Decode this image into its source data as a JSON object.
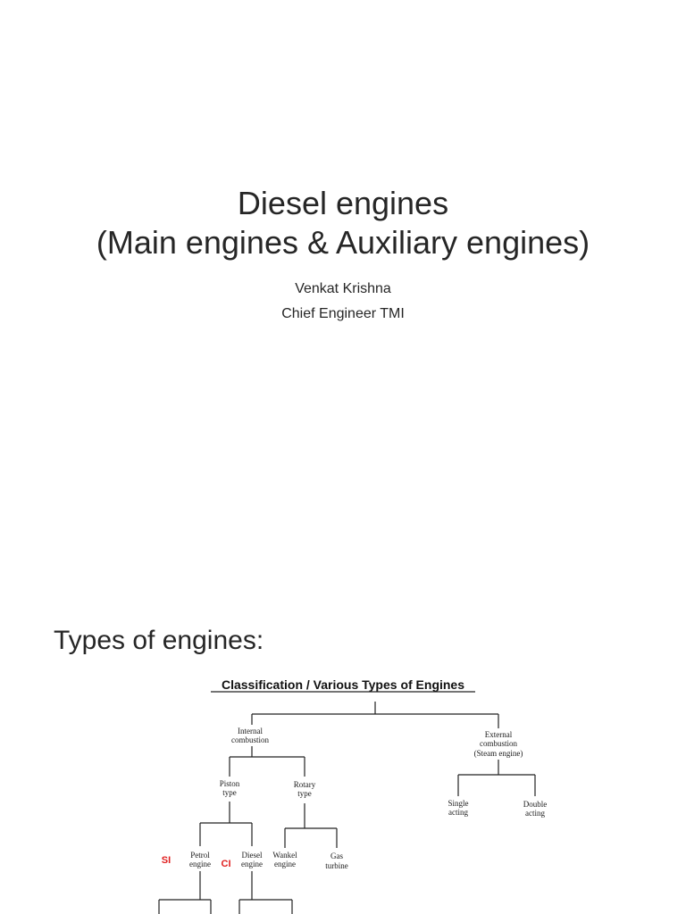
{
  "slide1": {
    "title_line1": "Diesel engines",
    "title_line2": "(Main engines & Auxiliary engines)",
    "author": "Venkat Krishna",
    "role": "Chief Engineer TMI"
  },
  "slide2": {
    "heading": "Types of engines:",
    "diagram": {
      "title": "Classification / Various Types of Engines",
      "nodes": {
        "internal_line1": "Internal",
        "internal_line2": "combustion",
        "external_line1": "External",
        "external_line2": "combustion",
        "external_line3": "(Steam engine)",
        "piston_line1": "Piston",
        "piston_line2": "type",
        "rotary_line1": "Rotary",
        "rotary_line2": "type",
        "single_line1": "Single",
        "single_line2": "acting",
        "double_line1": "Double",
        "double_line2": "acting",
        "petrol_line1": "Petrol",
        "petrol_line2": "engine",
        "diesel_line1": "Diesel",
        "diesel_line2": "engine",
        "wankel_line1": "Wankel",
        "wankel_line2": "engine",
        "gas_line1": "Gas",
        "gas_line2": "turbine"
      },
      "tags": {
        "si": "SI",
        "ci": "CI"
      },
      "colors": {
        "tag": "#e02020"
      }
    }
  }
}
